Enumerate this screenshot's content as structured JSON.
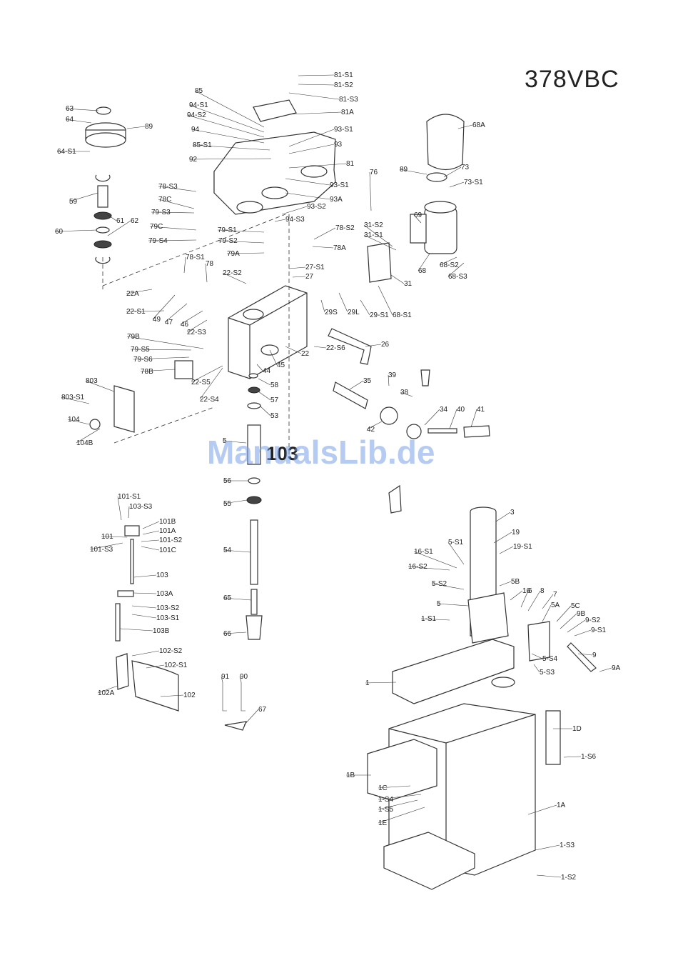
{
  "model": "378VBC",
  "watermark": "ManualsLib.de",
  "big_callout": "103",
  "labels": [
    {
      "id": "81-S1"
    },
    {
      "id": "81-S2"
    },
    {
      "id": "81-S3"
    },
    {
      "id": "81A"
    },
    {
      "id": "85"
    },
    {
      "id": "94-S1"
    },
    {
      "id": "94-S2"
    },
    {
      "id": "94"
    },
    {
      "id": "85-S1"
    },
    {
      "id": "92"
    },
    {
      "id": "93-S1"
    },
    {
      "id": "93"
    },
    {
      "id": "81"
    },
    {
      "id": "93-S1"
    },
    {
      "id": "93A"
    },
    {
      "id": "93-S2"
    },
    {
      "id": "94-S3"
    },
    {
      "id": "63"
    },
    {
      "id": "64"
    },
    {
      "id": "89"
    },
    {
      "id": "64-S1"
    },
    {
      "id": "59"
    },
    {
      "id": "61"
    },
    {
      "id": "62"
    },
    {
      "id": "60"
    },
    {
      "id": "78-S3"
    },
    {
      "id": "78C"
    },
    {
      "id": "79-S3"
    },
    {
      "id": "79C"
    },
    {
      "id": "79-S4"
    },
    {
      "id": "79-S1"
    },
    {
      "id": "79-S2"
    },
    {
      "id": "79A"
    },
    {
      "id": "78-S2"
    },
    {
      "id": "78A"
    },
    {
      "id": "27-S1"
    },
    {
      "id": "27"
    },
    {
      "id": "78-S1"
    },
    {
      "id": "78"
    },
    {
      "id": "22-S2"
    },
    {
      "id": "22A"
    },
    {
      "id": "22-S1"
    },
    {
      "id": "49"
    },
    {
      "id": "47"
    },
    {
      "id": "46"
    },
    {
      "id": "22-S3"
    },
    {
      "id": "29S"
    },
    {
      "id": "29L"
    },
    {
      "id": "29-S1"
    },
    {
      "id": "68-S1"
    },
    {
      "id": "31"
    },
    {
      "id": "68"
    },
    {
      "id": "68-S2"
    },
    {
      "id": "68-S3"
    },
    {
      "id": "69"
    },
    {
      "id": "31-S2"
    },
    {
      "id": "31-S1"
    },
    {
      "id": "68A"
    },
    {
      "id": "73"
    },
    {
      "id": "73-S1"
    },
    {
      "id": "89"
    },
    {
      "id": "76"
    },
    {
      "id": "79B"
    },
    {
      "id": "79-S5"
    },
    {
      "id": "79-S6"
    },
    {
      "id": "78B"
    },
    {
      "id": "22-S5"
    },
    {
      "id": "22-S4"
    },
    {
      "id": "44"
    },
    {
      "id": "45"
    },
    {
      "id": "22"
    },
    {
      "id": "22-S6"
    },
    {
      "id": "26"
    },
    {
      "id": "803"
    },
    {
      "id": "803-S1"
    },
    {
      "id": "104"
    },
    {
      "id": "104B"
    },
    {
      "id": "58"
    },
    {
      "id": "57"
    },
    {
      "id": "53"
    },
    {
      "id": "35"
    },
    {
      "id": "39"
    },
    {
      "id": "38"
    },
    {
      "id": "42"
    },
    {
      "id": "34"
    },
    {
      "id": "40"
    },
    {
      "id": "41"
    },
    {
      "id": "5"
    },
    {
      "id": "56"
    },
    {
      "id": "55"
    },
    {
      "id": "54"
    },
    {
      "id": "65"
    },
    {
      "id": "66"
    },
    {
      "id": "101-S1"
    },
    {
      "id": "103-S3"
    },
    {
      "id": "101B"
    },
    {
      "id": "101A"
    },
    {
      "id": "101"
    },
    {
      "id": "101-S2"
    },
    {
      "id": "101-S3"
    },
    {
      "id": "101C"
    },
    {
      "id": "103"
    },
    {
      "id": "103A"
    },
    {
      "id": "103-S2"
    },
    {
      "id": "103-S1"
    },
    {
      "id": "103B"
    },
    {
      "id": "102-S2"
    },
    {
      "id": "102-S1"
    },
    {
      "id": "102A"
    },
    {
      "id": "102"
    },
    {
      "id": "91"
    },
    {
      "id": "90"
    },
    {
      "id": "67"
    },
    {
      "id": "3"
    },
    {
      "id": "19"
    },
    {
      "id": "19-S1"
    },
    {
      "id": "5-S1"
    },
    {
      "id": "16-S1"
    },
    {
      "id": "16-S2"
    },
    {
      "id": "5-S2"
    },
    {
      "id": "5B"
    },
    {
      "id": "16"
    },
    {
      "id": "6"
    },
    {
      "id": "8"
    },
    {
      "id": "7"
    },
    {
      "id": "5A"
    },
    {
      "id": "5C"
    },
    {
      "id": "9B"
    },
    {
      "id": "9-S2"
    },
    {
      "id": "9-S1"
    },
    {
      "id": "5"
    },
    {
      "id": "1-S1"
    },
    {
      "id": "5-S4"
    },
    {
      "id": "5-S3"
    },
    {
      "id": "9"
    },
    {
      "id": "9A"
    },
    {
      "id": "1"
    },
    {
      "id": "1D"
    },
    {
      "id": "1-S6"
    },
    {
      "id": "1B"
    },
    {
      "id": "1C"
    },
    {
      "id": "1-S4"
    },
    {
      "id": "1-S5"
    },
    {
      "id": "1E"
    },
    {
      "id": "1A"
    },
    {
      "id": "1-S3"
    },
    {
      "id": "1-S2"
    }
  ]
}
